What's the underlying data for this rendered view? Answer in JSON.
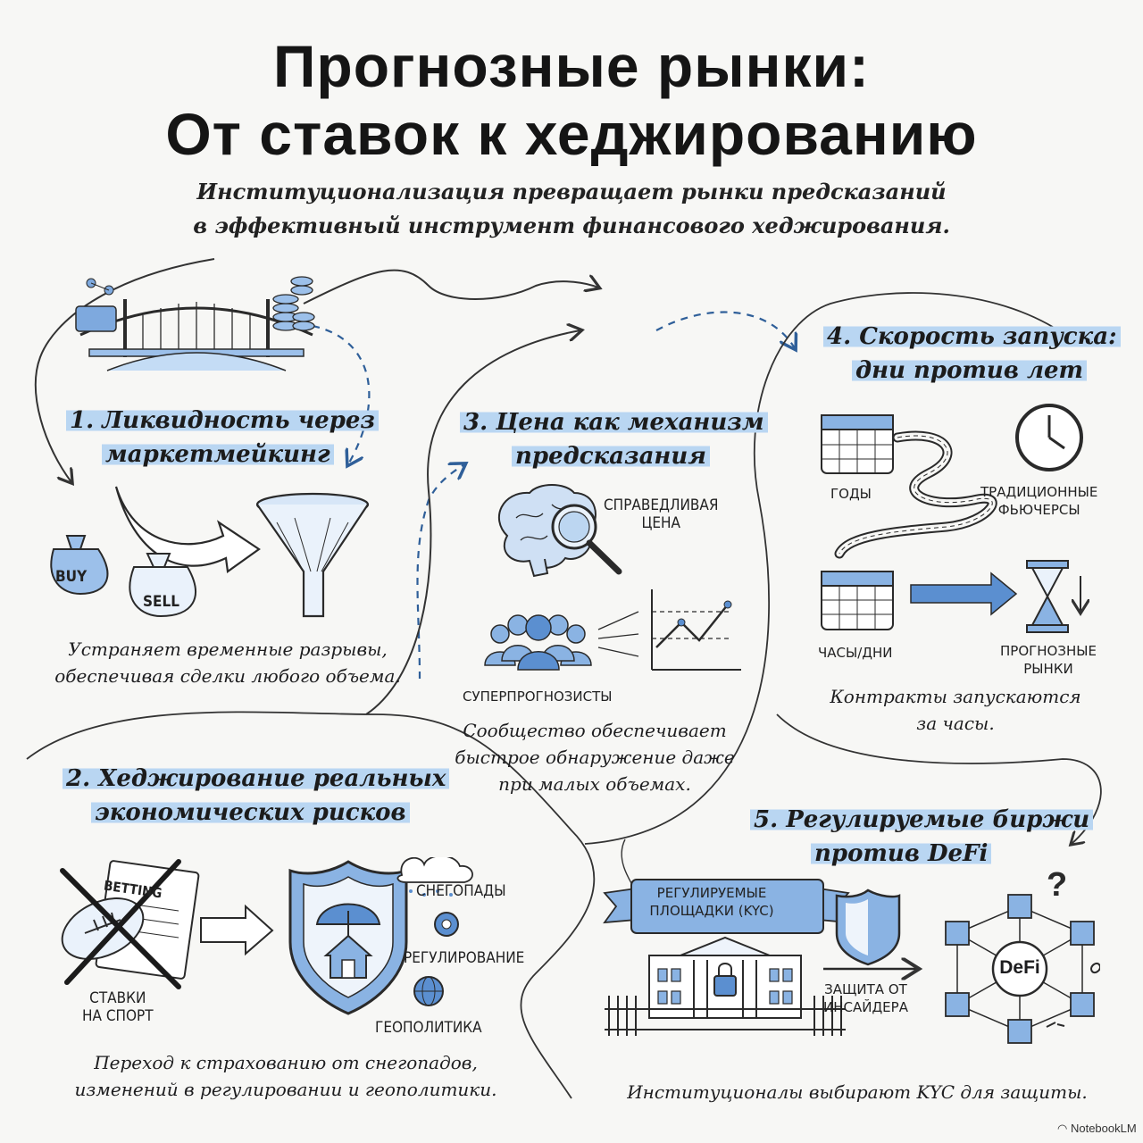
{
  "title": {
    "line1": "Прогнозные рынки:",
    "line2": "От ставок к хеджированию"
  },
  "subtitle": {
    "line1": "Институционализация превращает рынки предсказаний",
    "line2": "в эффективный инструмент финансового хеджирования."
  },
  "section1": {
    "heading_line1": "1. Ликвидность через",
    "heading_line2": "маркетмейкинг",
    "buy_label": "BUY",
    "sell_label": "SELL",
    "body_line1": "Устраняет временные разрывы,",
    "body_line2": "обеспечивая сделки любого объема."
  },
  "section2": {
    "heading_line1": "2. Хеджирование реальных",
    "heading_line2": "экономических рисков",
    "betting_label": "BETTING",
    "sports_label_line1": "СТАВКИ",
    "sports_label_line2": "НА СПОРТ",
    "risk_snow": "СНЕГОПАДЫ",
    "risk_regulation": "РЕГУЛИРОВАНИЕ",
    "risk_geopolitics": "ГЕОПОЛИТИКА",
    "body_line1": "Переход к страхованию от снегопадов,",
    "body_line2": "изменений в регулировании и геополитики."
  },
  "section3": {
    "heading_line1": "3. Цена как механизм",
    "heading_line2": "предсказания",
    "fair_price_line1": "СПРАВЕДЛИВАЯ",
    "fair_price_line2": "ЦЕНА",
    "superforecasters": "СУПЕРПРОГНОЗИСТЫ",
    "body_line1": "Сообщество обеспечивает",
    "body_line2": "быстрое обнаружение даже",
    "body_line3": "при малых объемах."
  },
  "section4": {
    "heading_line1": "4. Скорость запуска:",
    "heading_line2": "дни против лет",
    "years_label": "ГОДЫ",
    "traditional_line1": "ТРАДИЦИОННЫЕ",
    "traditional_line2": "ФЬЮЧЕРСЫ",
    "hours_label": "ЧАСЫ/ДНИ",
    "prediction_line1": "ПРОГНОЗНЫЕ",
    "prediction_line2": "РЫНКИ",
    "body_line1": "Контракты запускаются",
    "body_line2": "за часы."
  },
  "section5": {
    "heading_line1": "5. Регулируемые биржи",
    "heading_line2": "против DeFi",
    "banner_line1": "РЕГУЛИРУЕМЫЕ",
    "banner_line2": "ПЛОЩАДКИ (KYC)",
    "insider_line1": "ЗАЩИТА ОТ",
    "insider_line2": "ИНСАЙДЕРА",
    "defi_label": "DeFi",
    "question_mark": "?",
    "body_line1": "Институционалы выбирают KYC для защиты."
  },
  "footer": {
    "brand": "NotebookLM"
  },
  "colors": {
    "accent_blue": "#5b8fd0",
    "highlight": "#b9d6f2",
    "ink": "#1d1d1f"
  }
}
